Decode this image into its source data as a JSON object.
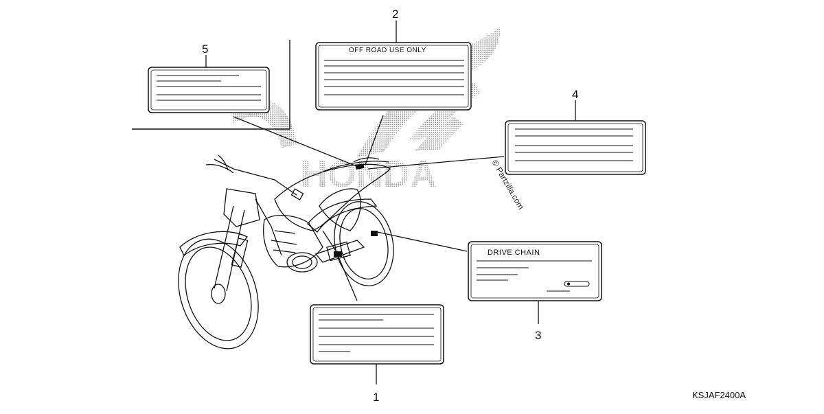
{
  "brand_watermark": {
    "text": "HONDA",
    "copyright": "© Partzilla.com"
  },
  "callouts": [
    {
      "number": "1",
      "label_title": ""
    },
    {
      "number": "2",
      "label_title": "OFF ROAD  USE ONLY"
    },
    {
      "number": "3",
      "label_title": "DRIVE CHAIN"
    },
    {
      "number": "4",
      "label_title": ""
    },
    {
      "number": "5",
      "label_title": ""
    }
  ],
  "diagram_code": "KSJAF2400A",
  "colors": {
    "line": "#111111",
    "watermark_dots": "#9a9a9a",
    "label_fill": "#ffffff"
  }
}
